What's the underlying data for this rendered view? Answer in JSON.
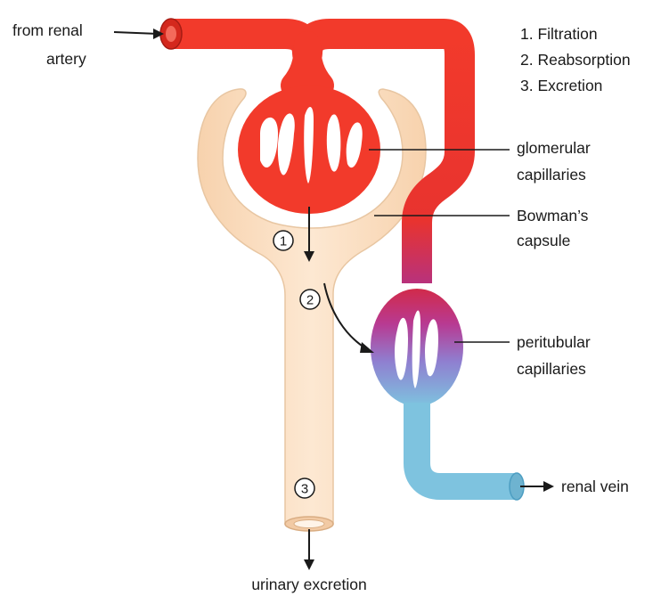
{
  "labels": {
    "from_renal_artery": [
      "from renal",
      "artery"
    ],
    "glomerular_capillaries": [
      "glomerular",
      "capillaries"
    ],
    "bowmans_capsule": [
      "Bowman’s",
      "capsule"
    ],
    "peritubular_capillaries": [
      "peritubular",
      "capillaries"
    ],
    "renal_vein": "renal vein",
    "urinary_excretion": "urinary excretion"
  },
  "steps": [
    "1. Filtration",
    "2. Reabsorption",
    "3. Excretion"
  ],
  "markers": [
    "①",
    "②",
    "③"
  ],
  "colors": {
    "artery": "#f23a2b",
    "artery_dark": "#c8261b",
    "vein": "#7ec3df",
    "vein_dark": "#4d9ec2",
    "mixed": "#c0317a",
    "tubule": "#fbe1c4",
    "tubule_edge": "#e8c6a2",
    "ink": "#1a1a1a"
  }
}
